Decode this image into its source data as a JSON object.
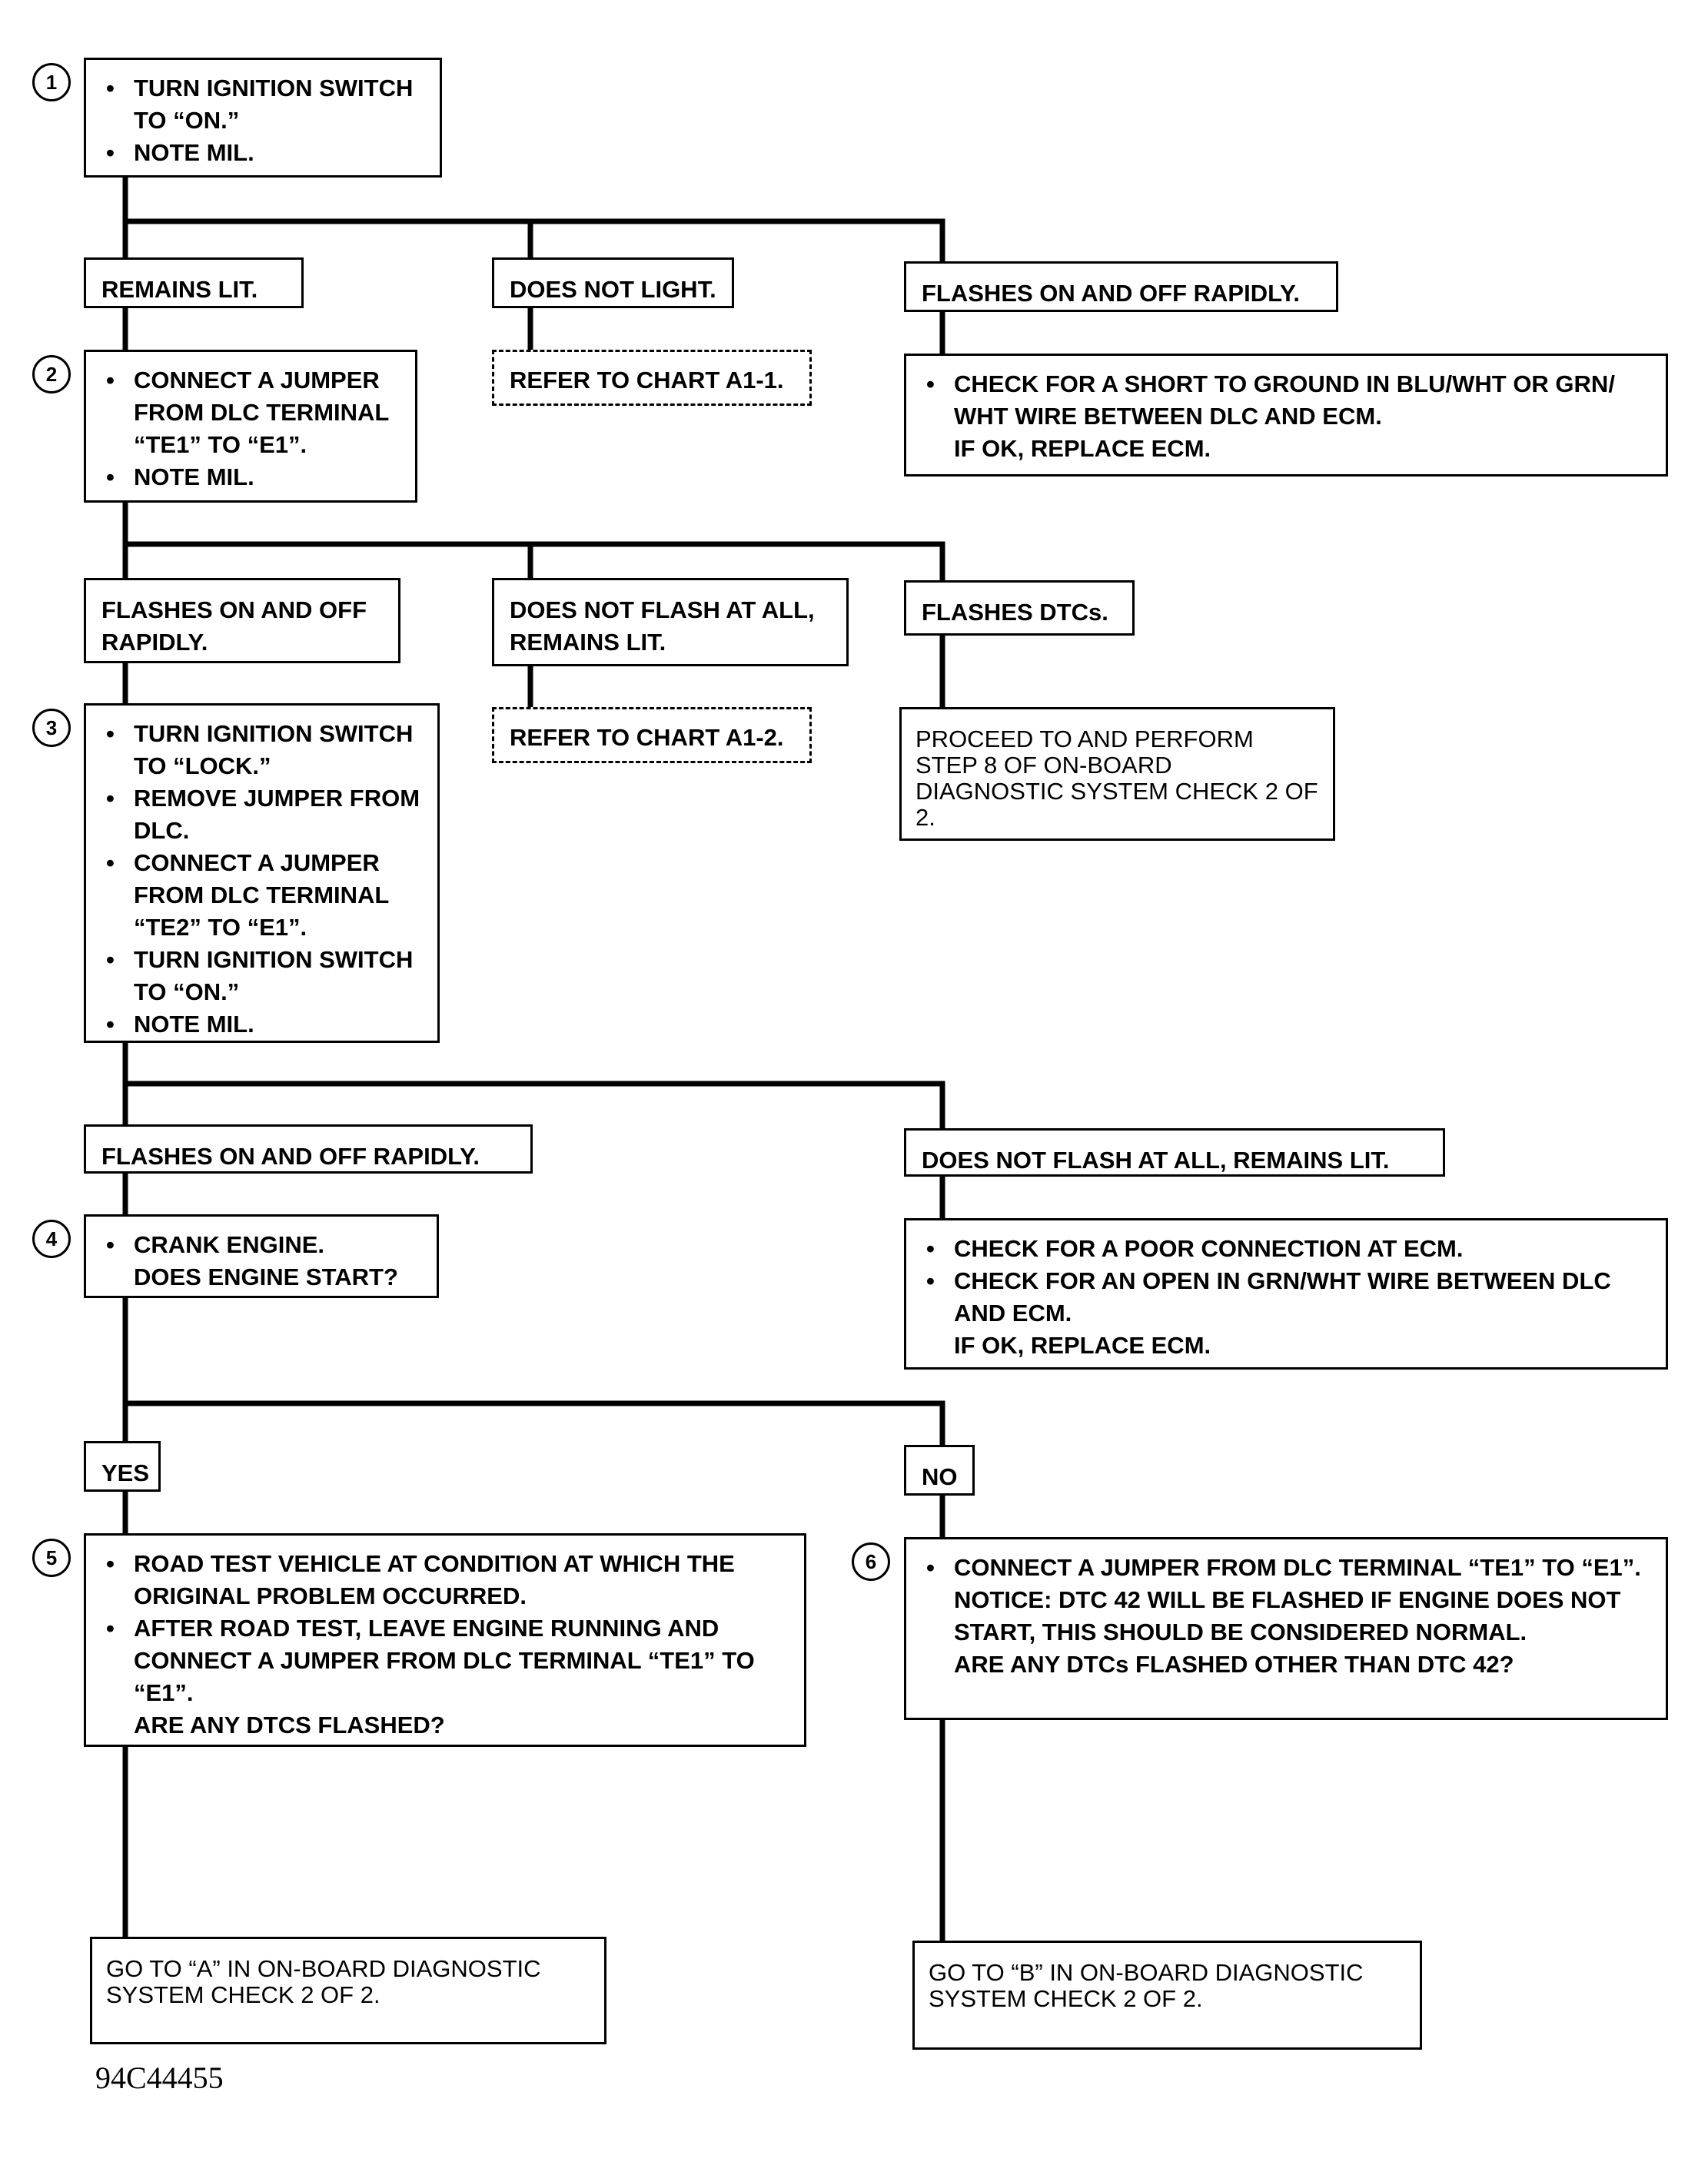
{
  "figure_id": "94C44455",
  "steps": [
    {
      "num": "1",
      "items": [
        "TURN IGNITION SWITCH TO “ON.”",
        "NOTE MIL."
      ]
    },
    {
      "num": "2",
      "items": [
        "CONNECT A JUMPER FROM DLC TERMINAL “TE1” TO “E1”.",
        "NOTE MIL."
      ]
    },
    {
      "num": "3",
      "items": [
        "TURN IGNITION SWITCH TO “LOCK.”",
        "REMOVE JUMPER FROM DLC.",
        "CONNECT A JUMPER FROM DLC TERMINAL “TE2” TO “E1”.",
        "TURN IGNITION SWITCH TO “ON.”",
        "NOTE MIL."
      ]
    },
    {
      "num": "4",
      "items": [
        "CRANK ENGINE."
      ],
      "extra": [
        "DOES ENGINE START?"
      ]
    },
    {
      "num": "5",
      "items": [
        "ROAD TEST VEHICLE AT CONDITION AT WHICH THE ORIGINAL PROBLEM OCCURRED.",
        "AFTER ROAD TEST, LEAVE ENGINE RUNNING AND CONNECT A JUMPER FROM DLC TERMINAL “TE1” TO “E1”."
      ],
      "extra": [
        "ARE ANY DTCS FLASHED?"
      ]
    },
    {
      "num": "6",
      "items": [
        "CONNECT A JUMPER FROM DLC TERMINAL “TE1” TO “E1”."
      ],
      "extra": [
        "NOTICE: DTC 42 WILL BE FLASHED IF ENGINE DOES NOT START, THIS SHOULD BE CONSIDERED NORMAL.",
        "ARE ANY DTCs FLASHED OTHER THAN DTC 42?"
      ]
    }
  ],
  "branches": {
    "step1": [
      "REMAINS LIT.",
      "DOES NOT LIGHT.",
      "FLASHES ON AND OFF RAPIDLY."
    ],
    "step2": [
      "FLASHES ON AND OFF RAPIDLY.",
      "DOES NOT FLASH AT ALL, REMAINS LIT.",
      "FLASHES DTCs."
    ],
    "step3": [
      "FLASHES ON AND OFF RAPIDLY.",
      "DOES NOT FLASH AT ALL, REMAINS LIT."
    ],
    "step4": [
      "YES",
      "NO"
    ]
  },
  "refer_chart_a1_1": "REFER TO CHART A1-1.",
  "refer_chart_a1_2": "REFER TO CHART A1-2.",
  "short_check": {
    "items": [
      "CHECK FOR A SHORT TO GROUND IN BLU/WHT OR GRN/ WHT WIRE BETWEEN DLC AND ECM."
    ],
    "extra": [
      "IF OK, REPLACE ECM."
    ]
  },
  "proceed_step8": "PROCEED TO AND PERFORM STEP 8 OF ON-BOARD DIAGNOSTIC SYSTEM CHECK 2 OF 2.",
  "open_check": {
    "items": [
      "CHECK FOR A POOR CONNECTION AT ECM.",
      "CHECK FOR AN OPEN IN GRN/WHT WIRE BETWEEN DLC AND ECM."
    ],
    "extra": [
      "IF OK, REPLACE ECM."
    ]
  },
  "goto_a": "GO TO “A” IN ON-BOARD DIAGNOSTIC SYSTEM CHECK 2 OF 2.",
  "goto_b": "GO TO “B” IN ON-BOARD DIAGNOSTIC SYSTEM CHECK 2 OF 2."
}
